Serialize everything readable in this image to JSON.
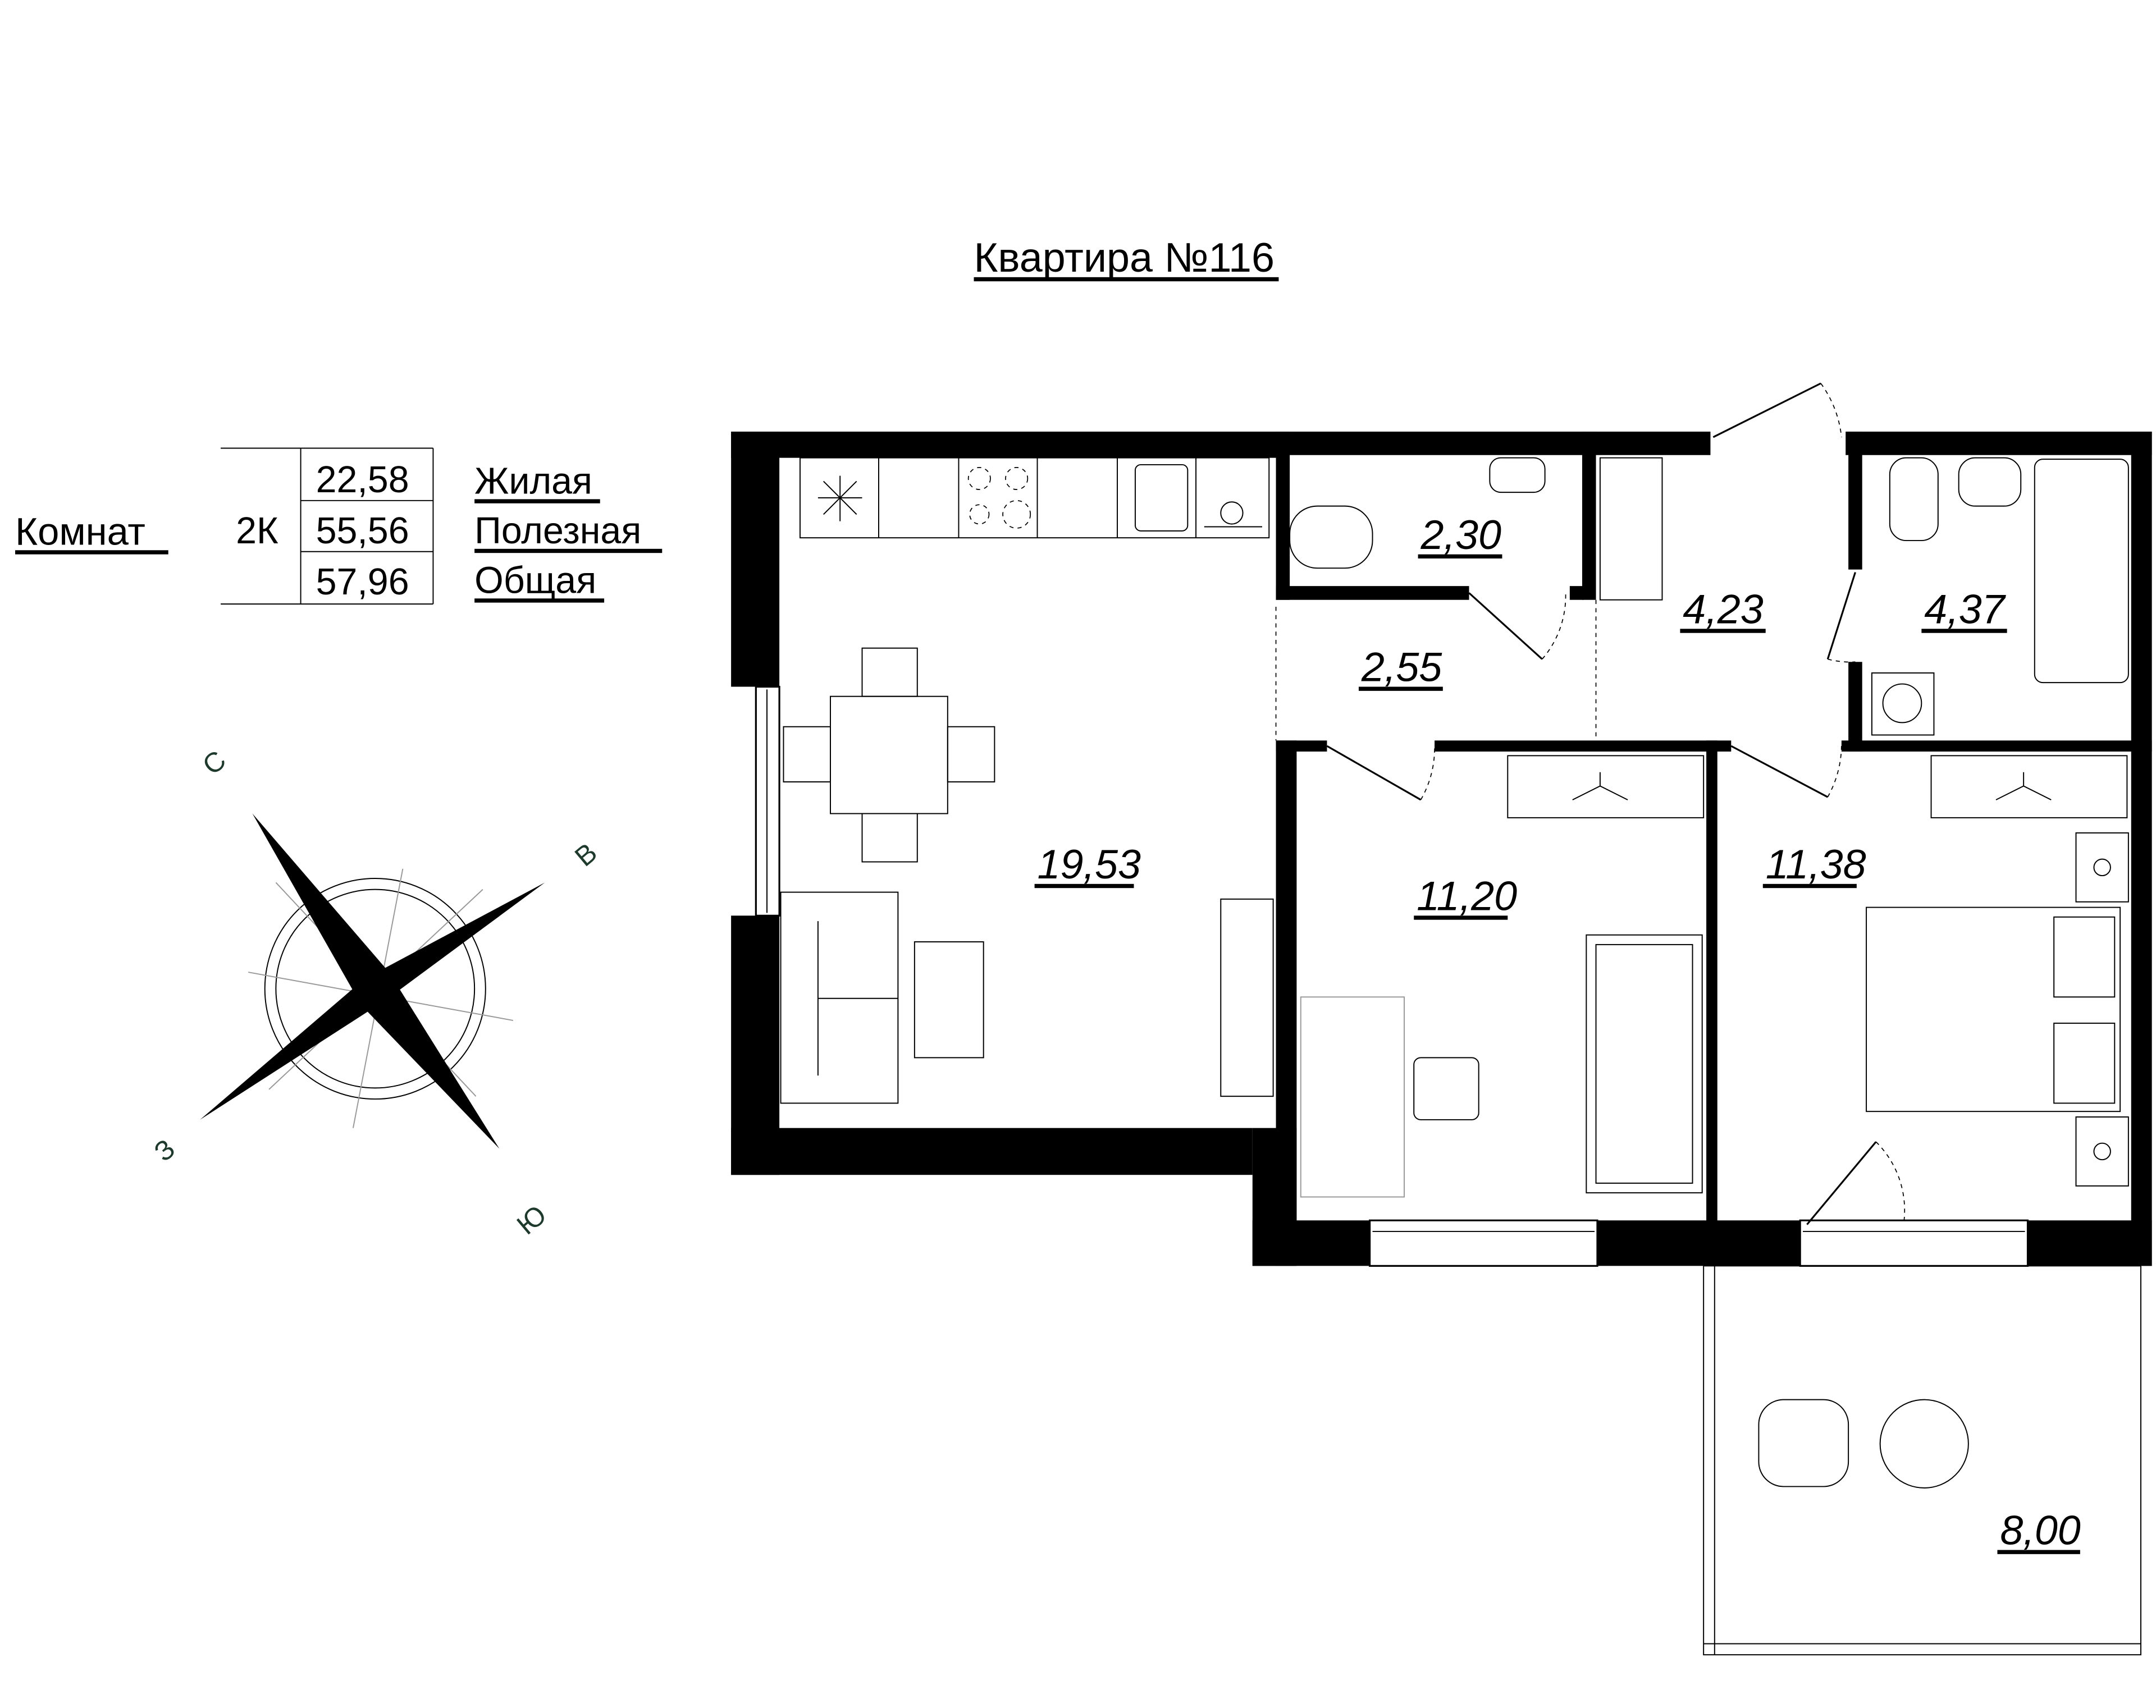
{
  "title": "Квартира №116",
  "summary": {
    "rooms_label": "Комнат",
    "rooms_value": "2К",
    "rows": [
      {
        "value": "22,58",
        "label": "Жилая"
      },
      {
        "value": "55,56",
        "label": "Полезная"
      },
      {
        "value": "57,96",
        "label": "Общая"
      }
    ]
  },
  "compass": {
    "north": "С",
    "east": "В",
    "west": "З",
    "south": "Ю",
    "label_color": "#1e3a2c"
  },
  "rooms": {
    "kitchen_living": "19,53",
    "wc": "2,30",
    "corridor": "2,55",
    "hall": "4,23",
    "bathroom": "4,37",
    "bedroom_1": "11,20",
    "bedroom_2": "11,38",
    "balcony": "8,00"
  }
}
